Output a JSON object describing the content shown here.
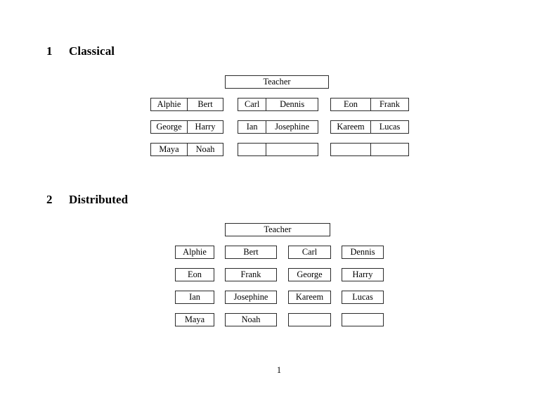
{
  "document": {
    "page_number": "1"
  },
  "sections": [
    {
      "number": "1",
      "title": "Classical",
      "teacher": {
        "label": "Teacher"
      },
      "groups": [
        {
          "name": "left",
          "rows": [
            {
              "cells": [
                "Alphie",
                "Bert"
              ]
            },
            {
              "cells": [
                "George",
                "Harry"
              ]
            },
            {
              "cells": [
                "Maya",
                "Noah"
              ]
            }
          ]
        },
        {
          "name": "middle",
          "rows": [
            {
              "cells": [
                "Carl",
                "Dennis"
              ]
            },
            {
              "cells": [
                "Ian",
                "Josephine"
              ]
            },
            {
              "cells": [
                "",
                ""
              ]
            }
          ]
        },
        {
          "name": "right",
          "rows": [
            {
              "cells": [
                "Eon",
                "Frank"
              ]
            },
            {
              "cells": [
                "Kareem",
                "Lucas"
              ]
            },
            {
              "cells": [
                "",
                ""
              ]
            }
          ]
        }
      ]
    },
    {
      "number": "2",
      "title": "Distributed",
      "teacher": {
        "label": "Teacher"
      },
      "rows": [
        {
          "cells": [
            "Alphie",
            "Bert",
            "Carl",
            "Dennis"
          ]
        },
        {
          "cells": [
            "Eon",
            "Frank",
            "George",
            "Harry"
          ]
        },
        {
          "cells": [
            "Ian",
            "Josephine",
            "Kareem",
            "Lucas"
          ]
        },
        {
          "cells": [
            "Maya",
            "Noah",
            "",
            ""
          ]
        }
      ]
    }
  ]
}
